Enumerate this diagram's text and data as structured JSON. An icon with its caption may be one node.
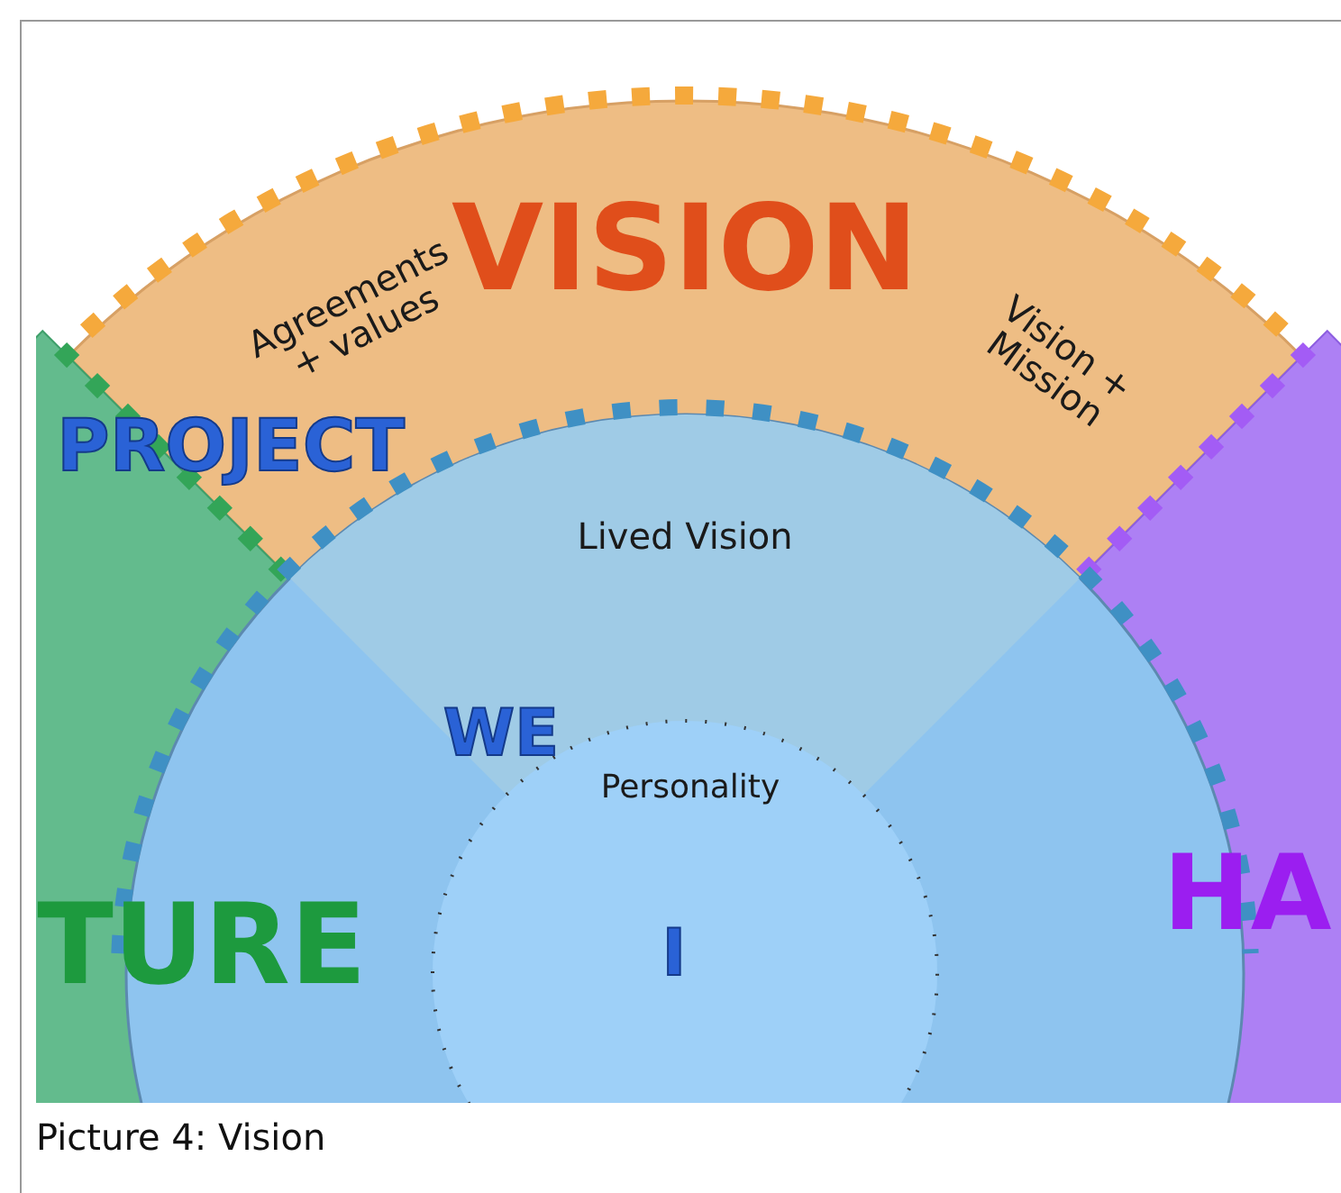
{
  "diagram": {
    "caption": "Picture 4: Vision",
    "nodes": [
      {
        "text": [
          "VISION",
          "Agreements + values",
          "Vision + Mission"
        ]
      },
      {
        "text": [
          "TURE"
        ]
      },
      {
        "text": [
          "HA"
        ]
      },
      {
        "text": [
          "Lived Vision",
          "WE"
        ]
      },
      {
        "text": [
          "Personality",
          "I"
        ],
        "in": 3
      }
    ],
    "labels": [
      "PROJECT"
    ]
  }
}
